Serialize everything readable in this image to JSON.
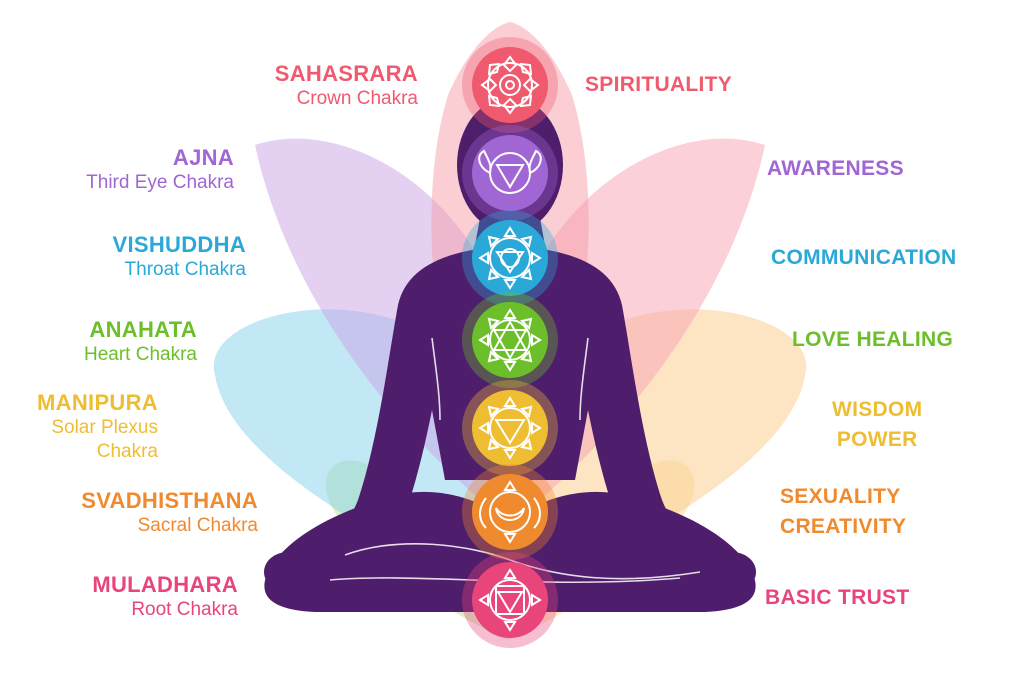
{
  "colors": {
    "crown": "#ef5a6f",
    "third_eye": "#a066d3",
    "throat": "#2aa8d8",
    "heart": "#6cbf2a",
    "solar_plexus": "#efbd32",
    "sacral": "#f08a2e",
    "root": "#e8457a",
    "silhouette": "#4e1d6b"
  },
  "chakras": [
    {
      "name": "SAHASRARA",
      "subtitle": "Crown Chakra",
      "benefit": "SPIRITUALITY",
      "icon": "crown-lotus-icon"
    },
    {
      "name": "AJNA",
      "subtitle": "Third Eye Chakra",
      "benefit": "AWARENESS",
      "icon": "third-eye-icon"
    },
    {
      "name": "VISHUDDHA",
      "subtitle": "Throat Chakra",
      "benefit": "COMMUNICATION",
      "icon": "throat-icon"
    },
    {
      "name": "ANAHATA",
      "subtitle": "Heart Chakra",
      "benefit": "LOVE HEALING",
      "icon": "heart-star-icon"
    },
    {
      "name": "MANIPURA",
      "subtitle_lines": [
        "Solar Plexus",
        "Chakra"
      ],
      "benefit_lines": [
        "WISDOM",
        "POWER"
      ],
      "icon": "solar-plexus-icon"
    },
    {
      "name": "SVADHISTHANA",
      "subtitle": "Sacral Chakra",
      "benefit_lines": [
        "SEXUALITY",
        "CREATIVITY"
      ],
      "icon": "sacral-crescent-icon"
    },
    {
      "name": "MULADHARA",
      "subtitle": "Root Chakra",
      "benefit": "BASIC TRUST",
      "icon": "root-square-icon"
    }
  ]
}
